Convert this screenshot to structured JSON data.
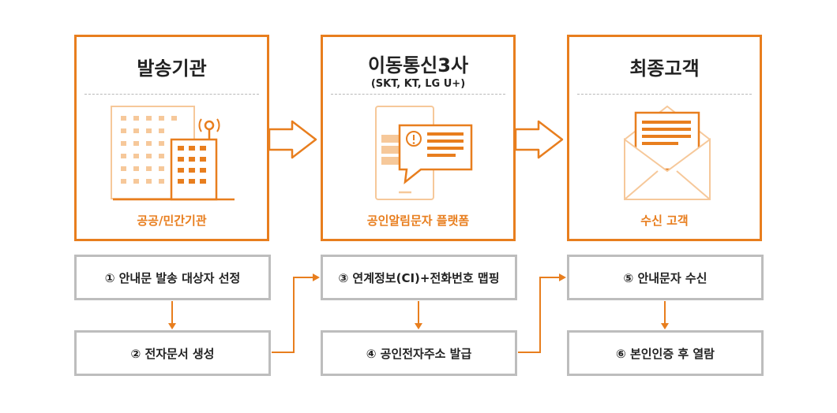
{
  "panels": [
    {
      "title": "발송기관",
      "subtitle": "",
      "caption": "공공/민간기관",
      "icon": "building-icon"
    },
    {
      "title": "이동통신3사",
      "subtitle": "(SKT, KT, LG U+)",
      "caption": "공인알림문자 플랫폼",
      "icon": "phone-message-icon"
    },
    {
      "title": "최종고객",
      "subtitle": "",
      "caption": "수신 고객",
      "icon": "envelope-letter-icon"
    }
  ],
  "steps": [
    "① 안내문 발송 대상자 선정",
    "② 전자문서 생성",
    "③ 연계정보(CI)+전화번호 맵핑",
    "④ 공인전자주소 발급",
    "⑤ 안내문자 수신",
    "⑥ 본인인증 후 열람"
  ],
  "colors": {
    "accent": "#e87e1e",
    "accent_light": "#f6c89a",
    "step_border": "#bdbdbd",
    "text": "#222222"
  }
}
